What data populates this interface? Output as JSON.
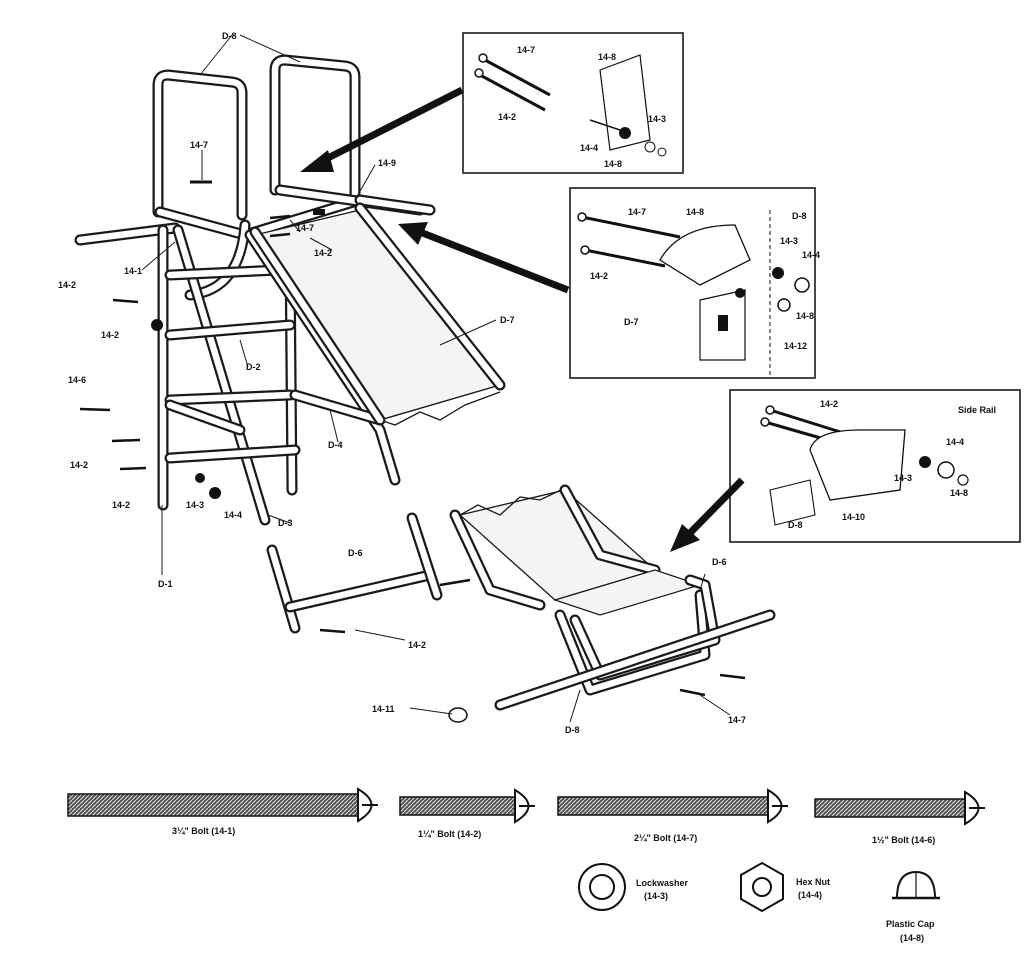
{
  "labels": {
    "d8_top": "D-8",
    "l14_7_a": "14-7",
    "l14_9": "14-9",
    "l14_7_b": "14-7",
    "l14_2_a": "14-2",
    "l14_1": "14-1",
    "l14_2_b": "14-2",
    "l14_2_c": "14-2",
    "d2": "D-2",
    "d7": "D-7",
    "l14_6": "14-6",
    "d4": "D-4",
    "l14_2_d": "14-2",
    "l14_2_e": "14-2",
    "l14_3": "14-3",
    "l14_4": "14-4",
    "d3": "D-3",
    "d1": "D-1",
    "d6_left": "D-6",
    "l14_2_f": "14-2",
    "d6_right": "D-6",
    "l14_11": "14-11",
    "d8_bottom": "D-8",
    "l14_7_c": "14-7"
  },
  "inset1": {
    "l14_7": "14-7",
    "l14_8": "14-8",
    "l14_2": "14-2",
    "l14_3": "14-3",
    "l14_4": "14-4",
    "l14_8b": "14-8"
  },
  "inset2": {
    "l14_7": "14-7",
    "l14_8": "14-8",
    "d8": "D-8",
    "l14_3": "14-3",
    "l14_4": "14-4",
    "l14_2": "14-2",
    "l14_8b": "14-8",
    "d7": "D-7",
    "l14_12": "14-12"
  },
  "inset3": {
    "l14_2": "14-2",
    "side_rail": "Side Rail",
    "l14_4": "14-4",
    "l14_3": "14-3",
    "l14_8": "14-8",
    "l14_10": "14-10",
    "d8": "D-8"
  },
  "hardware": {
    "bolt_1": "3¼\" Bolt (14-1)",
    "bolt_2": "1¼\" Bolt (14-2)",
    "bolt_3": "2¼\" Bolt (14-7)",
    "bolt_4": "1½\" Bolt (14-6)",
    "lockwasher": "Lockwasher",
    "lockwasher_num": "(14-3)",
    "hexnut": "Hex Nut",
    "hexnut_num": "(14-4)",
    "cap": "Plastic Cap",
    "cap_num": "(14-8)"
  }
}
